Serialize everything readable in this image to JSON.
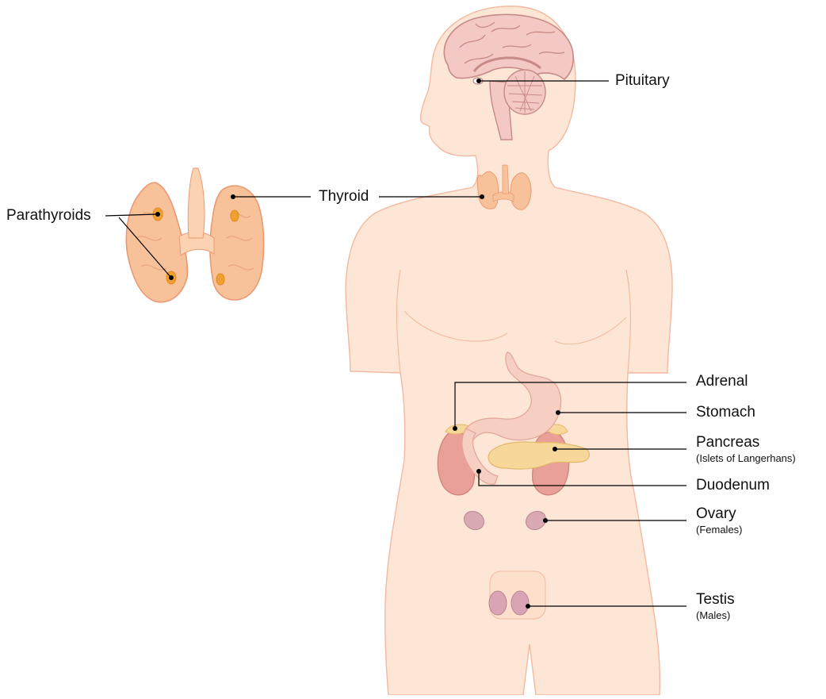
{
  "labels": {
    "pituitary": "Pituitary",
    "thyroid": "Thyroid",
    "parathyroids": "Parathyroids",
    "adrenal": "Adrenal",
    "stomach": "Stomach",
    "pancreas": "Pancreas",
    "pancreas_note": "(Islets of Langerhans)",
    "duodenum": "Duodenum",
    "ovary": "Ovary",
    "ovary_note": "(Females)",
    "testis": "Testis",
    "testis_note": "(Males)"
  },
  "colors": {
    "skin": "#fde6d6",
    "skin_outline": "#f3b9a0",
    "gland": "#f7c19a",
    "gland_dark": "#e99a72",
    "parathyroid": "#f0a030",
    "brain": "#f4c8c4",
    "brain_outline": "#c78a86",
    "kidney": "#e8a098",
    "stomach": "#f6cfc2",
    "pancreas": "#f8d79a",
    "ovary": "#d9aab4",
    "testis": "#d9a4b4",
    "leader": "#000000"
  }
}
